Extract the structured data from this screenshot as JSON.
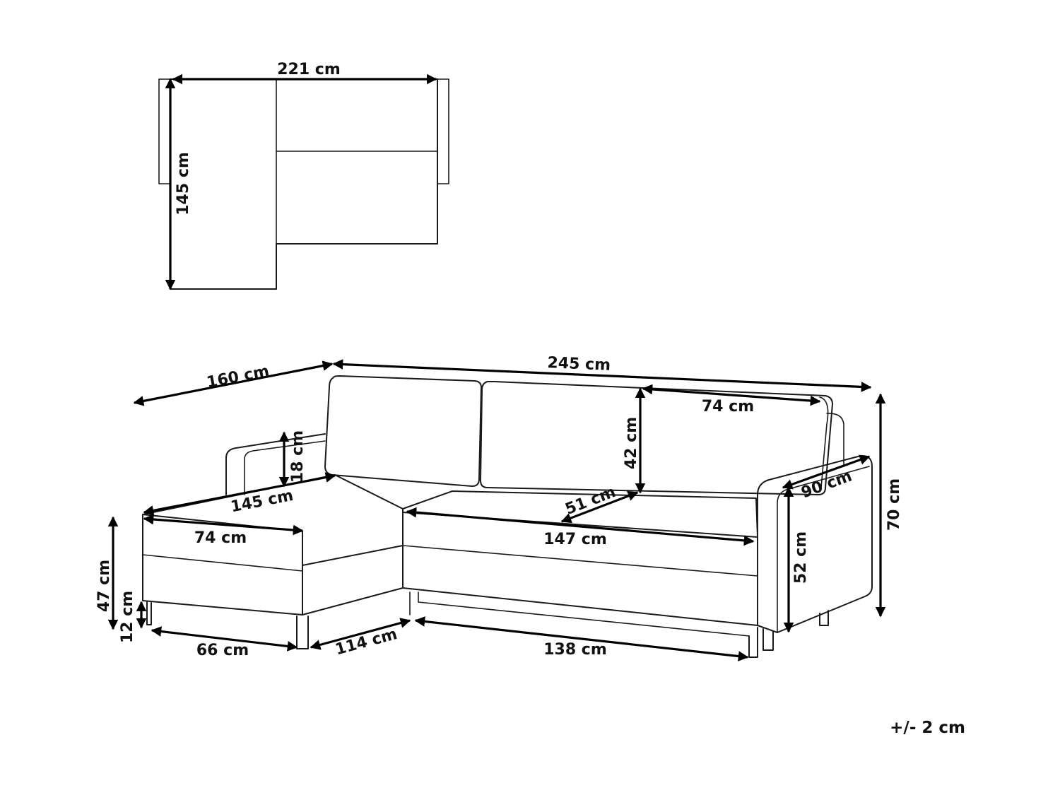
{
  "top_view": {
    "width_label": "221 cm",
    "depth_label": "145 cm"
  },
  "front_view": {
    "overall_length_label": "245 cm",
    "chaise_length_label": "160 cm",
    "armrest_height_label": "18 cm",
    "chaise_seat_length_label": "145 cm",
    "chaise_width_label": "74 cm",
    "total_height_label": "70 cm",
    "seat_height_label": "47 cm",
    "leg_height_label": "12 cm",
    "chaise_base_label": "66 cm",
    "corner_base_label": "114 cm",
    "sofa_base_label": "138 cm",
    "backrest_height_label": "42 cm",
    "cushion_width_label": "74 cm",
    "seat_depth_label": "51 cm",
    "seat_width_label": "147 cm",
    "arm_depth_label": "90 cm",
    "arm_height_label": "52 cm"
  },
  "tolerance_label": "+/- 2 cm"
}
